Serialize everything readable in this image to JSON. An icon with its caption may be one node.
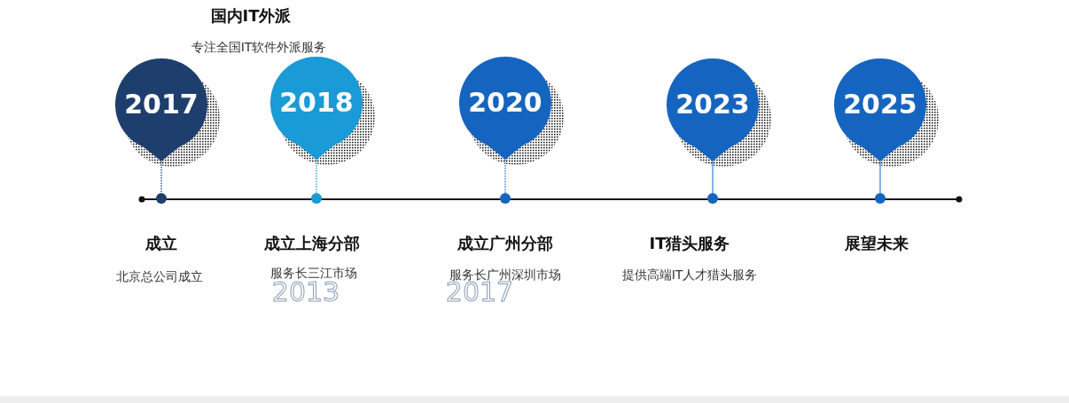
{
  "diagram": {
    "nodes": [
      {
        "text": [
          "2017"
        ]
      },
      {
        "text": [
          "2018"
        ]
      },
      {
        "text": [
          "2020"
        ]
      },
      {
        "text": [
          "2023"
        ]
      },
      {
        "text": [
          "2025"
        ]
      }
    ],
    "labels": [
      "国内IT外派",
      "专注全国IT软件外派服务",
      "成立",
      "成立上海分部",
      "成立广州分部",
      "IT猎头服务",
      "展望未来",
      "北京总公司成立",
      "服务长三江市场",
      "服务长广州深圳市场",
      "提供高端IT人才猎头服务",
      "2013",
      "2017"
    ]
  }
}
